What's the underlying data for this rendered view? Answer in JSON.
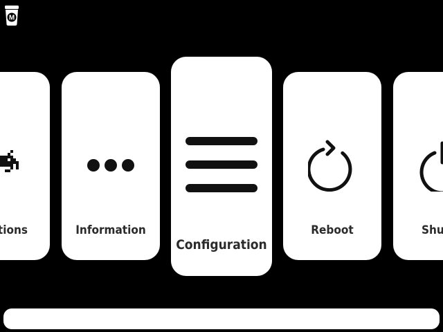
{
  "logo": {
    "letter": "M"
  },
  "menu": {
    "items": [
      {
        "id": "applications",
        "label": "Applications",
        "icon": "space-invader-icon"
      },
      {
        "id": "information",
        "label": "Information",
        "icon": "ellipsis-icon"
      },
      {
        "id": "configuration",
        "label": "Configuration",
        "icon": "hamburger-menu-icon",
        "selected": true
      },
      {
        "id": "reboot",
        "label": "Reboot",
        "icon": "reboot-icon"
      },
      {
        "id": "shutdown",
        "label": "Shutdown",
        "icon": "power-icon"
      }
    ]
  },
  "colors": {
    "background": "#000000",
    "card": "#ffffff",
    "text": "#2b2b2b",
    "icon": "#111111"
  }
}
